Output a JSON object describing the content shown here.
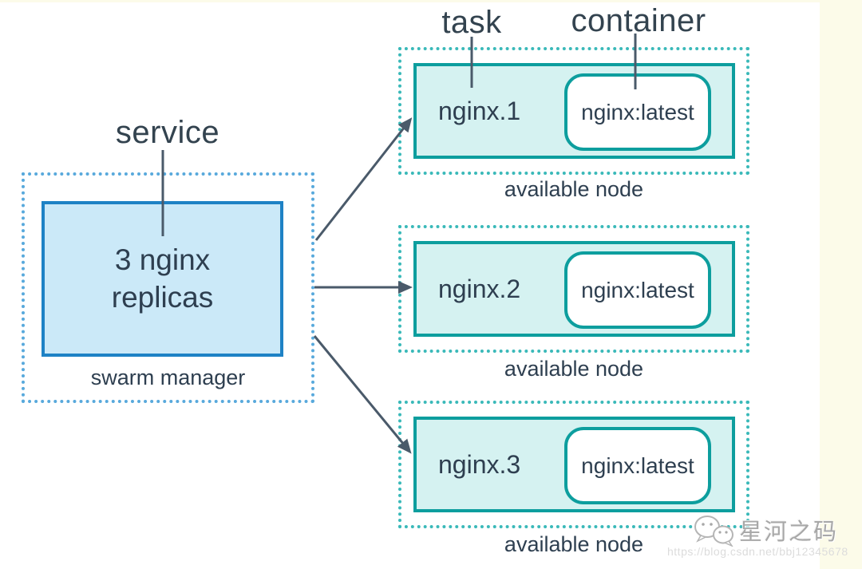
{
  "labels": {
    "service": "service",
    "task": "task",
    "container": "container"
  },
  "manager": {
    "replicas_text": "3 nginx replicas",
    "caption": "swarm manager"
  },
  "nodes": [
    {
      "task_name": "nginx.1",
      "container_image": "nginx:latest",
      "caption": "available node"
    },
    {
      "task_name": "nginx.2",
      "container_image": "nginx:latest",
      "caption": "available node"
    },
    {
      "task_name": "nginx.3",
      "container_image": "nginx:latest",
      "caption": "available node"
    }
  ],
  "watermark": {
    "name": "星河之码",
    "url": "https://blog.csdn.net/bbj12345678"
  },
  "colors": {
    "text": "#2e3f50",
    "arrow": "#4a5a6a",
    "blue_border": "#1e82c5",
    "blue_fill": "#cbe9f8",
    "blue_dotted": "#58a9dc",
    "teal_border": "#0d9e9e",
    "teal_fill": "#d5f2f1",
    "teal_dotted": "#3ab9b9",
    "edge_strip": "#fcfbe9"
  }
}
